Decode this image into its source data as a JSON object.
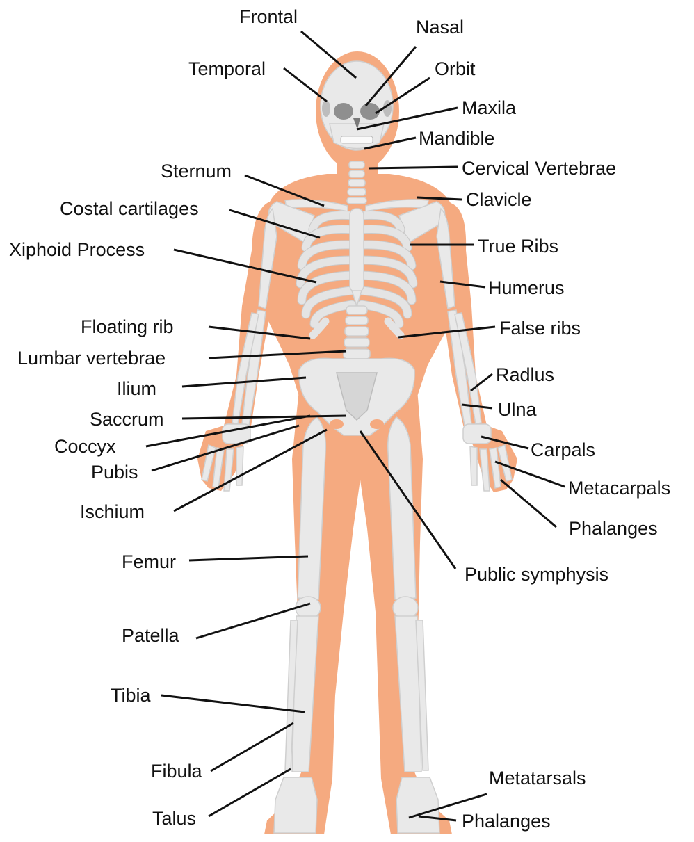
{
  "colors": {
    "body": "#f5aa80",
    "bone": "#e9e9e9",
    "bone_shadow": "#c9c9c9",
    "label": "#111111",
    "leader": "#111111",
    "background": "#ffffff"
  },
  "labels": {
    "frontal": "Frontal",
    "nasal": "Nasal",
    "temporal": "Temporal",
    "orbit": "Orbit",
    "maxila": "Maxila",
    "mandible": "Mandible",
    "cervical": "Cervical Vertebrae",
    "sternum": "Sternum",
    "clavicle": "Clavicle",
    "costal": "Costal cartilages",
    "xiphoid": "Xiphoid Process",
    "true_ribs": "True Ribs",
    "humerus": "Humerus",
    "floating_rib": "Floating rib",
    "false_ribs": "False ribs",
    "lumbar": "Lumbar vertebrae",
    "radius": "Radlus",
    "ilium": "Ilium",
    "ulna": "Ulna",
    "sacrum": "Saccrum",
    "coccyx": "Coccyx",
    "carpals": "Carpals",
    "pubis": "Pubis",
    "metacarpals": "Metacarpals",
    "ischium": "Ischium",
    "hand_phalanges": "Phalanges",
    "femur": "Femur",
    "pubic_symphysis": "Public symphysis",
    "patella": "Patella",
    "tibia": "Tibia",
    "fibula": "Fibula",
    "metatarsals": "Metatarsals",
    "talus": "Talus",
    "foot_phalanges": "Phalanges"
  }
}
